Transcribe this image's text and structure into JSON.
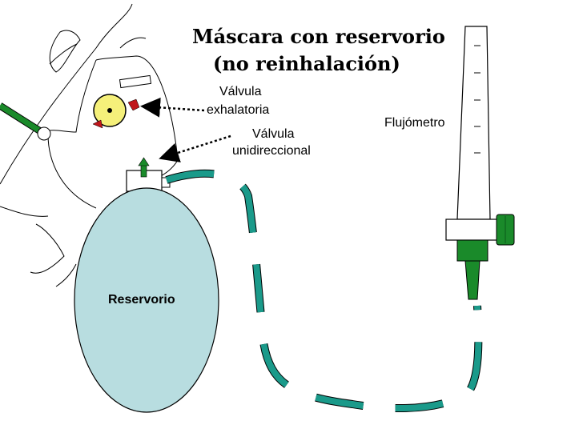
{
  "title": {
    "line1": "Máscara con reservorio",
    "line2": "(no reinhalación)"
  },
  "labels": {
    "exhalation_valve_1": "Válvula",
    "exhalation_valve_2": "exhalatoria",
    "one_way_valve_1": "Válvula",
    "one_way_valve_2": "unidireccional",
    "flowmeter": "Flujómetro",
    "reservoir": "Reservorio"
  },
  "colors": {
    "tubing": "#1a9a8a",
    "green": "#1a8a2a",
    "reservoir_fill": "#b8dde0",
    "exhalation_valve": "#f5f07a",
    "valve_flaps": "#c0161b"
  },
  "icons": [
    "up-arrow-icon",
    "valve-flap-icon",
    "dotted-arrow-icon"
  ]
}
